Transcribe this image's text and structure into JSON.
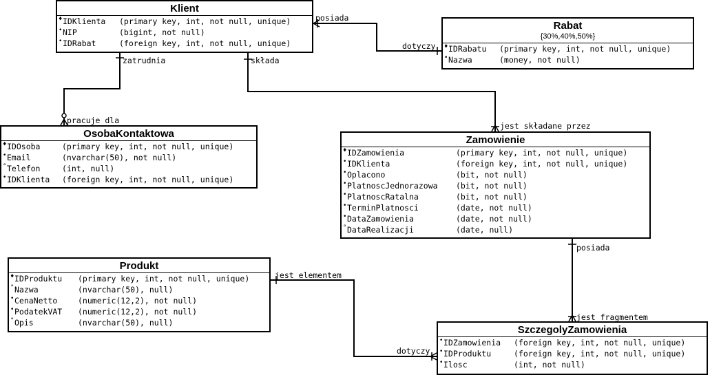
{
  "entities": {
    "klient": {
      "title": "Klient",
      "attributes": [
        {
          "mark": "♦",
          "name": "IDKlienta",
          "type": "(primary key, int, not null, unique)"
        },
        {
          "mark": "•",
          "name": "NIP",
          "type": "(bigint, not null)"
        },
        {
          "mark": "•",
          "name": "IDRabat",
          "type": "(foreign key, int, not null, unique)"
        }
      ]
    },
    "rabat": {
      "title": "Rabat",
      "subtitle": "{30%,40%,50%}",
      "attributes": [
        {
          "mark": "♦",
          "name": "IDRabatu",
          "type": "(primary key, int, not null, unique)"
        },
        {
          "mark": "•",
          "name": "Nazwa",
          "type": "(money, not null)"
        }
      ]
    },
    "osoba": {
      "title": "OsobaKontaktowa",
      "attributes": [
        {
          "mark": "♦",
          "name": "IDOsoba",
          "type": "(primary key, int, not null, unique)"
        },
        {
          "mark": "•",
          "name": "Email",
          "type": "(nvarchar(50), not null)"
        },
        {
          "mark": "°",
          "name": "Telefon",
          "type": "(int, null)"
        },
        {
          "mark": "•",
          "name": "IDKlienta",
          "type": "(foreign key, int, not null, unique)"
        }
      ]
    },
    "zamowienie": {
      "title": "Zamowienie",
      "attributes": [
        {
          "mark": "♦",
          "name": "IDZamowienia",
          "type": "(primary key, int, not null, unique)"
        },
        {
          "mark": "•",
          "name": "IDKlienta",
          "type": "(foreign key, int, not null, unique)"
        },
        {
          "mark": "•",
          "name": "Oplacono",
          "type": "(bit, not null)"
        },
        {
          "mark": "•",
          "name": "PlatnoscJednorazowa",
          "type": "(bit, not null)"
        },
        {
          "mark": "•",
          "name": "PlatnoscRatalna",
          "type": "(bit, not null)"
        },
        {
          "mark": "•",
          "name": "TerminPlatnosci",
          "type": "(date, not null)"
        },
        {
          "mark": "•",
          "name": "DataZamowienia",
          "type": "(date, not null)"
        },
        {
          "mark": "°",
          "name": "DataRealizacji",
          "type": "(date, null)"
        }
      ]
    },
    "produkt": {
      "title": "Produkt",
      "attributes": [
        {
          "mark": "♦",
          "name": "IDProduktu",
          "type": "(primary key, int, not null, unique)"
        },
        {
          "mark": "°",
          "name": "Nazwa",
          "type": "(nvarchar(50), null)"
        },
        {
          "mark": "•",
          "name": "CenaNetto",
          "type": "(numeric(12,2), not null)"
        },
        {
          "mark": "•",
          "name": "PodatekVAT",
          "type": "(numeric(12,2), not null)"
        },
        {
          "mark": "°",
          "name": "Opis",
          "type": "(nvarchar(50), null)"
        }
      ]
    },
    "szczegoly": {
      "title": "SzczegolyZamowienia",
      "attributes": [
        {
          "mark": "•",
          "name": "IDZamowienia",
          "type": "(foreign key, int, not null, unique)"
        },
        {
          "mark": "•",
          "name": "IDProduktu",
          "type": "(foreign key, int, not null, unique)"
        },
        {
          "mark": "•",
          "name": "Ilosc",
          "type": "(int, not null)"
        }
      ]
    }
  },
  "relations": {
    "posiada_klient": "posiada",
    "dotyczy_rabat": "dotyczy",
    "zatrudnia": "zatrudnia",
    "pracuje_dla": "pracuje dla",
    "sklada": "składa",
    "jest_skladane_przez": "jest składane przez",
    "posiada_zamowienie": "posiada",
    "jest_fragmentem": "jest fragmentem",
    "jest_elementem": "jest elementem",
    "dotyczy_szczegoly": "dotyczy"
  }
}
